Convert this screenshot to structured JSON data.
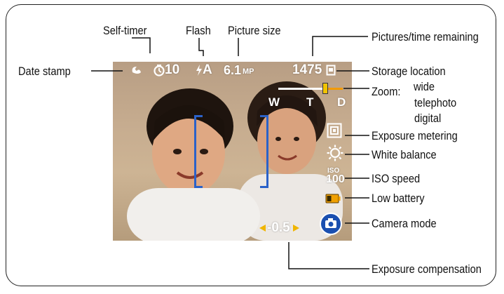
{
  "callouts": {
    "self_timer": "Self-timer",
    "flash": "Flash",
    "picture_size": "Picture size",
    "pictures_remaining": "Pictures/time remaining",
    "date_stamp": "Date stamp",
    "storage_location": "Storage location",
    "zoom": "Zoom:",
    "zoom_wide": "wide",
    "zoom_telephoto": "telephoto",
    "zoom_digital": "digital",
    "exposure_metering": "Exposure metering",
    "white_balance": "White balance",
    "iso_speed": "ISO speed",
    "low_battery": "Low battery",
    "camera_mode": "Camera mode",
    "exposure_compensation": "Exposure compensation"
  },
  "overlay": {
    "self_timer_value": "10",
    "flash_value": "A",
    "picture_size_value": "6.1",
    "picture_size_unit": "MP",
    "pictures_remaining_value": "1475",
    "zoom_w": "W",
    "zoom_t": "T",
    "zoom_d": "D",
    "iso_label": "ISO",
    "iso_value": "100",
    "exposure_comp_value": "-0.5"
  },
  "zoom_level": 0.55,
  "colors": {
    "bracket": "#2b62c9",
    "zoom_digital": "#f29a00",
    "exposure_arrows": "#f0b500",
    "battery": "#f0a000",
    "mode_button": "#1a4fb0"
  },
  "icons": [
    "date-stamp-icon",
    "self-timer-icon",
    "flash-icon",
    "storage-card-icon",
    "metering-icon",
    "white-balance-icon",
    "battery-icon",
    "camera-mode-icon"
  ]
}
